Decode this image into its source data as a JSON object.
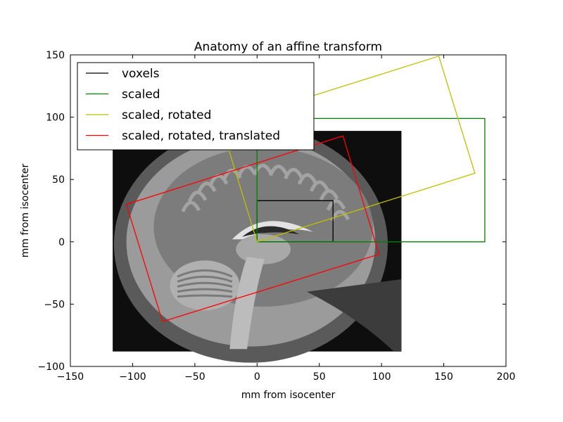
{
  "chart_data": {
    "type": "line",
    "title": "Anatomy of an affine transform",
    "xlabel": "mm from isocenter",
    "ylabel": "mm from isocenter",
    "xlim": [
      -150,
      200
    ],
    "ylim": [
      -100,
      150
    ],
    "xticks": [
      -150,
      -100,
      -50,
      0,
      50,
      100,
      150,
      200
    ],
    "yticks": [
      -100,
      -50,
      0,
      50,
      100,
      150
    ],
    "xtick_labels": [
      "−150",
      "−100",
      "−50",
      "0",
      "50",
      "100",
      "150",
      "200"
    ],
    "ytick_labels": [
      "−100",
      "−50",
      "0",
      "50",
      "100",
      "150"
    ],
    "grid": false,
    "legend_position": "top-left",
    "background_image": {
      "description": "brain-mri-sagittal-slice",
      "extent_x": [
        -116,
        116
      ],
      "extent_y": [
        -88,
        89
      ]
    },
    "series": [
      {
        "name": "voxels",
        "color": "#000000",
        "x": [
          0,
          61,
          61,
          0,
          0
        ],
        "y": [
          0,
          0,
          33,
          33,
          0
        ]
      },
      {
        "name": "scaled",
        "color": "#008000",
        "x": [
          0,
          183,
          183,
          0,
          0
        ],
        "y": [
          0,
          0,
          99,
          99,
          0
        ]
      },
      {
        "name": "scaled, rotated",
        "color": "#bfbf00",
        "x": [
          0,
          175,
          146,
          -29,
          0
        ],
        "y": [
          0,
          55,
          149,
          94,
          0
        ]
      },
      {
        "name": "scaled, rotated, translated",
        "color": "#ff0000",
        "x": [
          -76,
          98,
          69,
          -105,
          -76
        ],
        "y": [
          -64,
          -10,
          85,
          30,
          -64
        ]
      }
    ]
  }
}
